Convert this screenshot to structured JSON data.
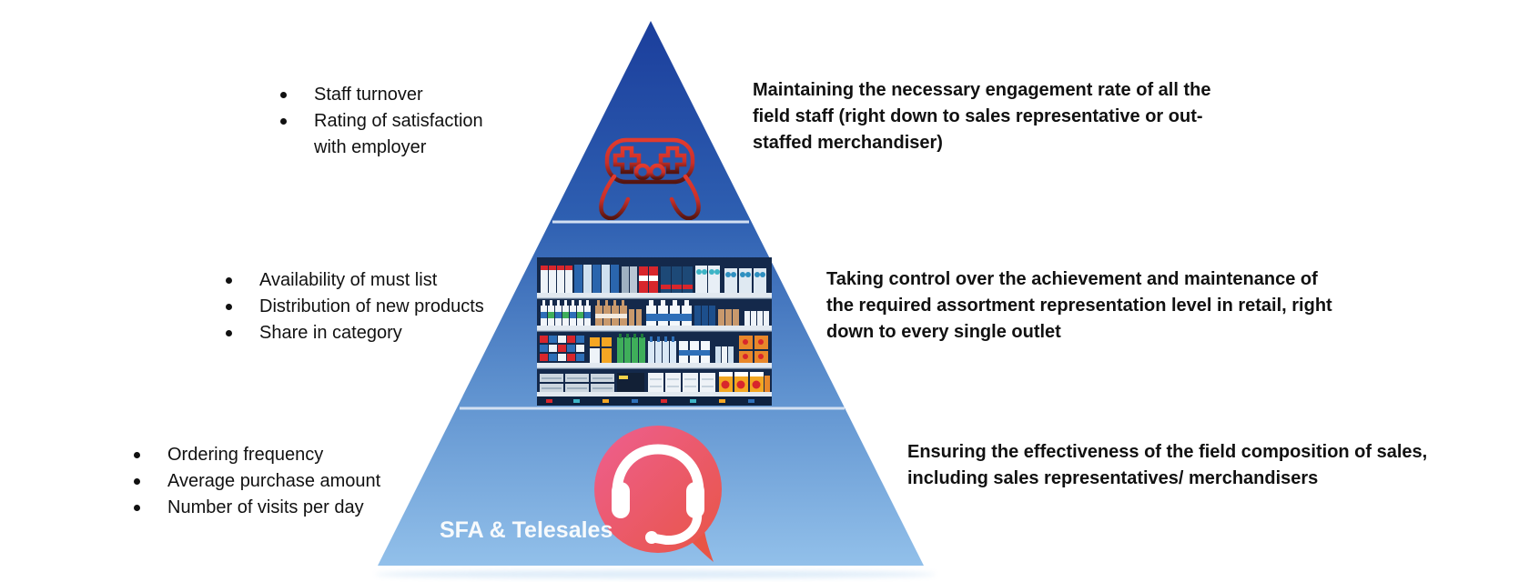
{
  "diagram": {
    "type": "pyramid",
    "tiers": [
      {
        "name": "engagement",
        "icon": "gamepad-icon",
        "metrics": [
          "Staff turnover",
          "Rating of satisfaction with employer"
        ],
        "description_lines": [
          "Maintaining the necessary engagement rate of all the",
          "field staff (right down to sales representative or out-",
          "staffed merchandiser)"
        ]
      },
      {
        "name": "assortment",
        "icon": "retail-shelf-illustration",
        "metrics": [
          "Availability of must list",
          "Distribution of new products",
          "Share in category"
        ],
        "description_lines": [
          "Taking control over the achievement and maintenance of",
          "the required assortment representation level in retail, right",
          "down to every single outlet"
        ]
      },
      {
        "name": "sfa-telesales",
        "icon": "telesales-headset-icon",
        "label": "SFA & Telesales",
        "metrics": [
          "Ordering frequency",
          "Average purchase amount",
          "Number of visits per day"
        ],
        "description_lines": [
          "Ensuring the effectiveness of the field composition of sales,",
          "including sales representatives/ merchandisers"
        ]
      }
    ],
    "colors": {
      "pyramid_top": "#1b3e9c",
      "pyramid_upper_mid": "#2e5fb1",
      "pyramid_lower_mid": "#5f92cf",
      "pyramid_bottom": "#92c0ea",
      "divider": "#d2e0f2",
      "gamepad_red": "#e23b2e",
      "gamepad_dark": "#551511",
      "bubble_pink": "#ee5f90",
      "bubble_red": "#e85546",
      "label_white": "#f7fafc",
      "text_black": "#111111"
    }
  }
}
